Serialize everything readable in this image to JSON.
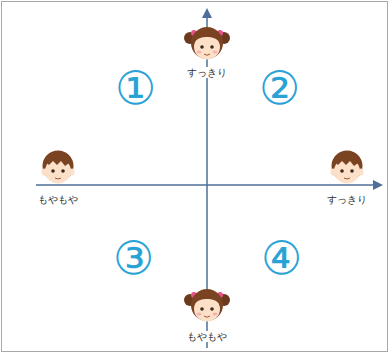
{
  "diagram": {
    "labels": [
      "すっきり",
      "①",
      "②",
      "もやもや",
      "すっきり",
      "③",
      "④",
      "もやもや"
    ]
  }
}
